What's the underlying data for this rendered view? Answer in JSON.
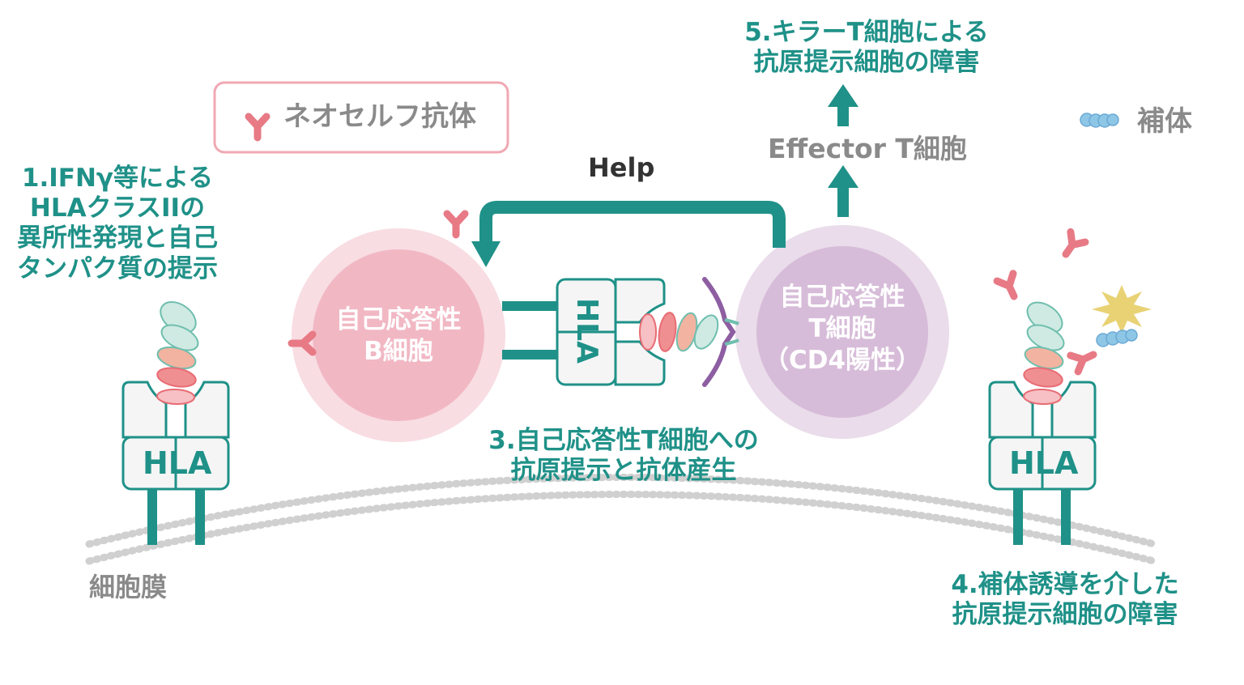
{
  "legend": {
    "antibody_label": "ネオセルフ抗体",
    "complement_label": "補体"
  },
  "steps": {
    "step1": [
      "1.IFNγ等による",
      "HLAクラスIIの",
      "異所性発現と自己",
      "タンパク質の提示"
    ],
    "step3": [
      "3.自己応答性T細胞への",
      "抗原提示と抗体産生"
    ],
    "step4": [
      "4.補体誘導を介した",
      "抗原提示細胞の障害"
    ],
    "step5": [
      "5.キラーT細胞による",
      "抗原提示細胞の障害"
    ]
  },
  "cells": {
    "b_cell": [
      "自己応答性",
      "B細胞"
    ],
    "t_cell": [
      "自己応答性",
      "T細胞",
      "（CD4陽性）"
    ]
  },
  "labels": {
    "help": "Help",
    "effector": "Effector T細胞",
    "membrane": "細胞膜",
    "hla": "HLA"
  },
  "colors": {
    "teal": "#1f9188",
    "antibody": "#e77a85",
    "b_cell_outer": "#f8dde3",
    "b_cell_inner": "#f1b8c4",
    "t_cell_outer": "#eadcea",
    "t_cell_inner": "#d7bcd9",
    "complement": "#8ec7e6",
    "burst": "#e8d274"
  }
}
